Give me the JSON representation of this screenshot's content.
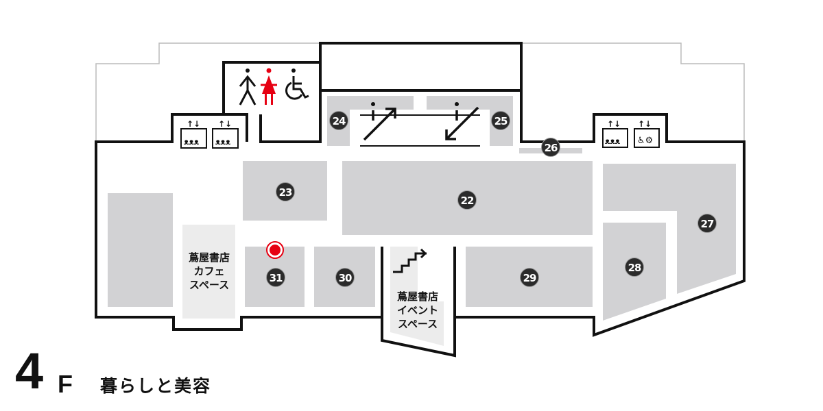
{
  "floor": {
    "number": "4",
    "suffix": "F",
    "theme": "暮らしと美容"
  },
  "areas": {
    "cafe": {
      "line1": "蔦屋書店",
      "line2": "カフェ",
      "line3": "スペース"
    },
    "event": {
      "line1": "蔦屋書店",
      "line2": "イベント",
      "line3": "スペース"
    }
  },
  "shops": [
    "22",
    "23",
    "24",
    "25",
    "26",
    "27",
    "28",
    "29",
    "30",
    "31"
  ],
  "icons": [
    "male-toilet-icon",
    "female-toilet-icon",
    "accessible-toilet-icon",
    "elevator-icon",
    "accessible-elevator-icon",
    "escalator-up-icon",
    "escalator-down-icon",
    "stairs-up-icon",
    "current-location-marker"
  ],
  "colors": {
    "wall": "#111111",
    "shop": "#d2d2d4",
    "special": "#ececec",
    "accent": "#e60012",
    "badge": "#2b2b2b"
  }
}
